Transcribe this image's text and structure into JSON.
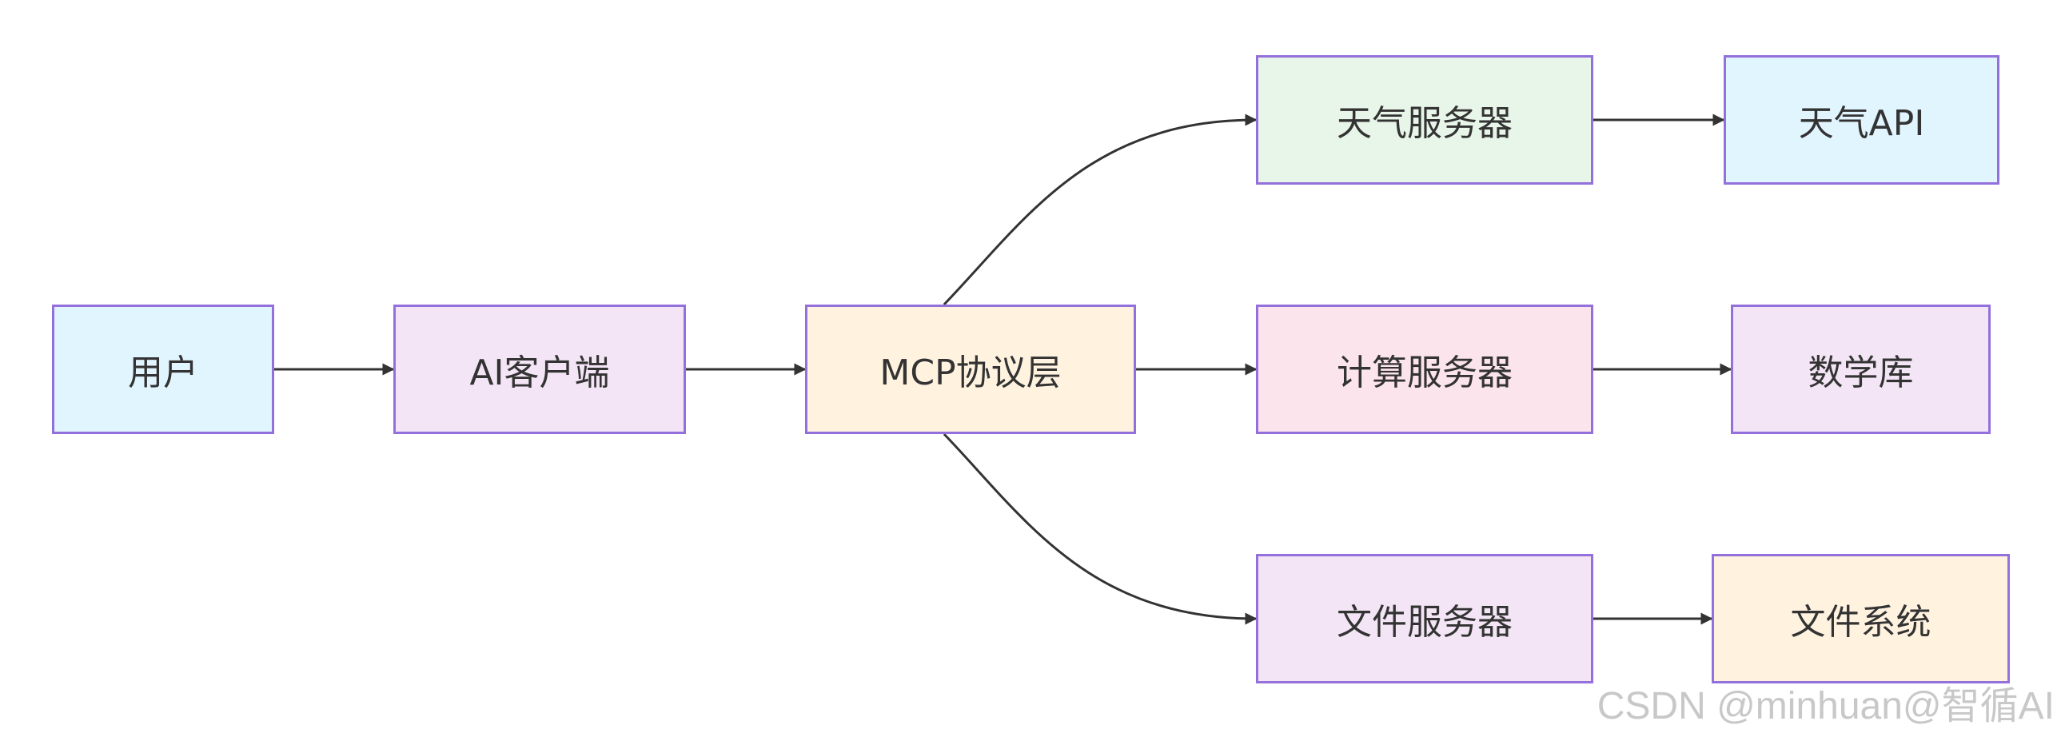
{
  "diagram": {
    "nodes": [
      {
        "id": "user",
        "label": "用户",
        "fill": "#e1f5fe"
      },
      {
        "id": "ai-client",
        "label": "AI客户端",
        "fill": "#f3e5f5"
      },
      {
        "id": "mcp-layer",
        "label": "MCP协议层",
        "fill": "#fff3e0"
      },
      {
        "id": "weather-server",
        "label": "天气服务器",
        "fill": "#e8f5e9"
      },
      {
        "id": "calc-server",
        "label": "计算服务器",
        "fill": "#fce4ec"
      },
      {
        "id": "file-server",
        "label": "文件服务器",
        "fill": "#f3e5f5"
      },
      {
        "id": "weather-api",
        "label": "天气API",
        "fill": "#e1f5fe"
      },
      {
        "id": "math-lib",
        "label": "数学库",
        "fill": "#f3e5f5"
      },
      {
        "id": "file-system",
        "label": "文件系统",
        "fill": "#fff3e0"
      }
    ],
    "edges": [
      {
        "from": "user",
        "to": "ai-client"
      },
      {
        "from": "ai-client",
        "to": "mcp-layer"
      },
      {
        "from": "mcp-layer",
        "to": "weather-server"
      },
      {
        "from": "mcp-layer",
        "to": "calc-server"
      },
      {
        "from": "mcp-layer",
        "to": "file-server"
      },
      {
        "from": "weather-server",
        "to": "weather-api"
      },
      {
        "from": "calc-server",
        "to": "math-lib"
      },
      {
        "from": "file-server",
        "to": "file-system"
      }
    ],
    "border_color": "#9370db",
    "edge_color": "#333333"
  },
  "watermark": "CSDN @minhuan@智循AI"
}
